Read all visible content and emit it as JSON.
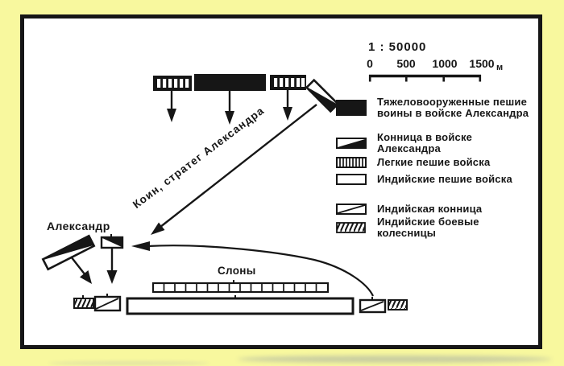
{
  "scale": {
    "ratio": "1 : 50000",
    "ticks": [
      "0",
      "500",
      "1000",
      "1500"
    ],
    "unit": "м"
  },
  "legend": {
    "items": [
      {
        "symbol": "heavy-infantry-alexander-swatch",
        "label": "Тяжеловооруженные пешие воины в войске Александра"
      },
      {
        "symbol": "alexander-cavalry-swatch",
        "label": "Конница в войске Александра"
      },
      {
        "symbol": "light-infantry-swatch",
        "label": "Легкие пешие войска"
      },
      {
        "symbol": "indian-infantry-swatch",
        "label": "Индийские пешие войска"
      },
      {
        "symbol": "indian-cavalry-swatch",
        "label": "Индийская конница"
      },
      {
        "symbol": "indian-chariots-swatch",
        "label": "Индийские боевые колесницы"
      }
    ]
  },
  "map_labels": {
    "alexander": "Александр",
    "coenus_arrow": "Коин, стратег Александра",
    "elephants": "Слоны"
  },
  "colors": {
    "page_background": "#F8F89E",
    "map_background": "#FFFFFF",
    "ink": "#161616"
  }
}
